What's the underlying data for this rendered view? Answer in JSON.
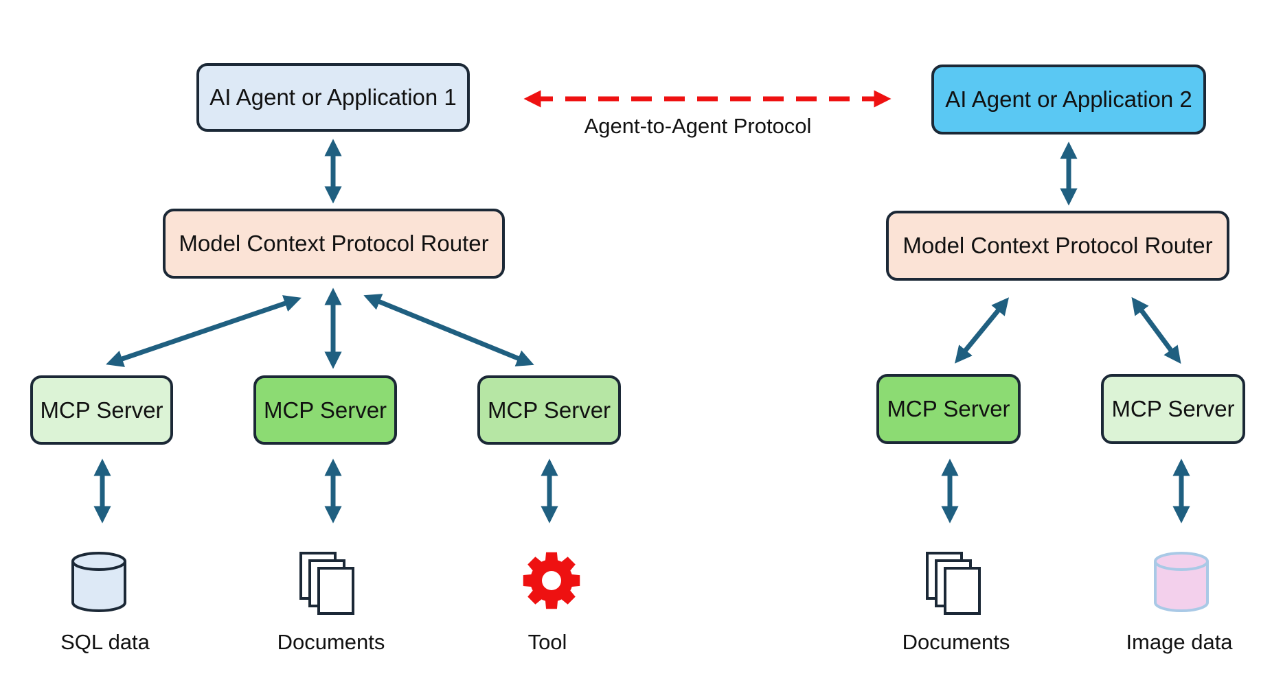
{
  "colors": {
    "agent1_fill": "#dde9f6",
    "agent2_fill": "#5ac8f3",
    "router_fill": "#fbe3d6",
    "server_light": "#dcf3d6",
    "server_dark": "#8cdb73",
    "server_mid": "#b6e6a4",
    "border": "#1b2836",
    "arrow": "#1f5f80",
    "a2a_arrow": "#ee1111",
    "sql_fill": "#dde9f6",
    "image_fill": "#f3d0ec",
    "image_stroke": "#a9c9e6",
    "tool_fill": "#ee1111"
  },
  "protocol": {
    "label": "Agent-to-Agent Protocol"
  },
  "left": {
    "agent_label": "AI Agent or Application 1",
    "router_label": "Model Context Protocol Router",
    "servers": [
      {
        "label": "MCP Server",
        "resource_label": "SQL data",
        "resource_icon": "database-icon"
      },
      {
        "label": "MCP Server",
        "resource_label": "Documents",
        "resource_icon": "documents-icon"
      },
      {
        "label": "MCP Server",
        "resource_label": "Tool",
        "resource_icon": "gear-icon"
      }
    ]
  },
  "right": {
    "agent_label": "AI Agent or Application 2",
    "router_label": "Model Context Protocol Router",
    "servers": [
      {
        "label": "MCP Server",
        "resource_label": "Documents",
        "resource_icon": "documents-icon"
      },
      {
        "label": "MCP Server",
        "resource_label": "Image data",
        "resource_icon": "database-icon"
      }
    ]
  }
}
